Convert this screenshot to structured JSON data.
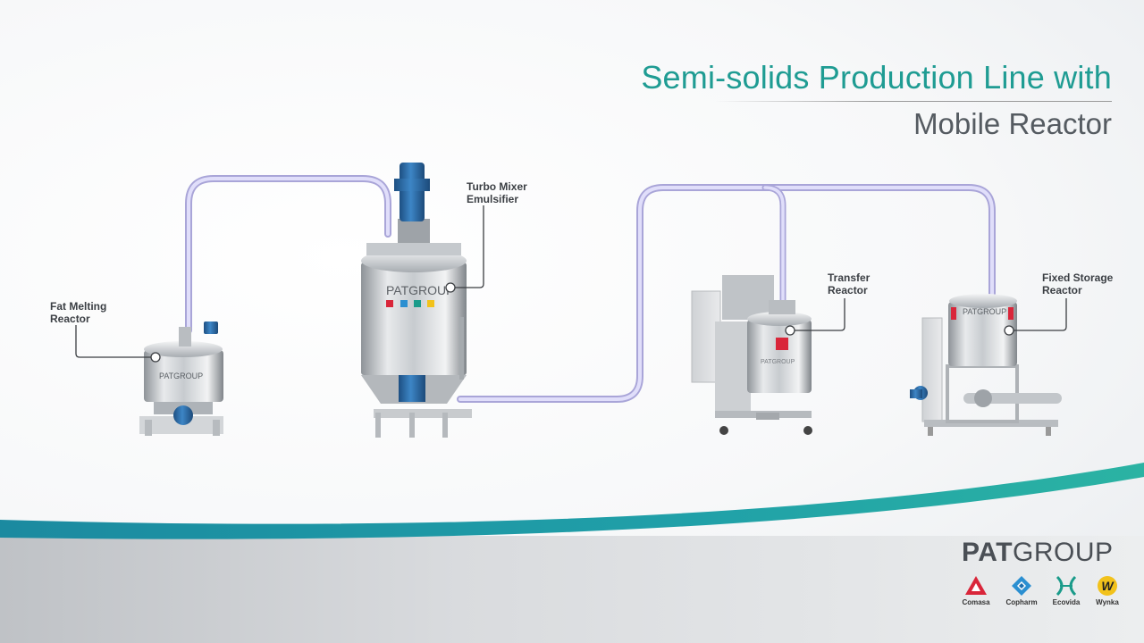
{
  "title": {
    "line1": "Semi-solids Production Line with",
    "line2": "Mobile Reactor"
  },
  "labels": [
    {
      "line1": "Fat Melting",
      "line2": "Reactor"
    },
    {
      "line1": "Turbo Mixer",
      "line2": "Emulsifier"
    },
    {
      "line1": "Transfer",
      "line2": "Reactor"
    },
    {
      "line1": "Fixed Storage",
      "line2": "Reactor"
    }
  ],
  "brand": {
    "pat": "PAT",
    "group": "GROUP",
    "companies": [
      "Comasa",
      "Copharm",
      "Ecovida",
      "Wynka"
    ]
  },
  "colors": {
    "title_teal": "#1f9c93",
    "subtitle_gray": "#555b61",
    "pipe_lavender": "#c9c6ec",
    "band_teal": "#1b8fa4",
    "motor_blue": "#2f6fa8",
    "comasa_red": "#d9263a",
    "copharm_blue": "#2b8fd1",
    "ecovida_teal": "#1a9b8a",
    "wynka_yellow": "#f2c21b"
  },
  "icons": [
    "comasa-logo-icon",
    "copharm-logo-icon",
    "ecovida-logo-icon",
    "wynka-logo-icon",
    "callout-dot-icon"
  ]
}
